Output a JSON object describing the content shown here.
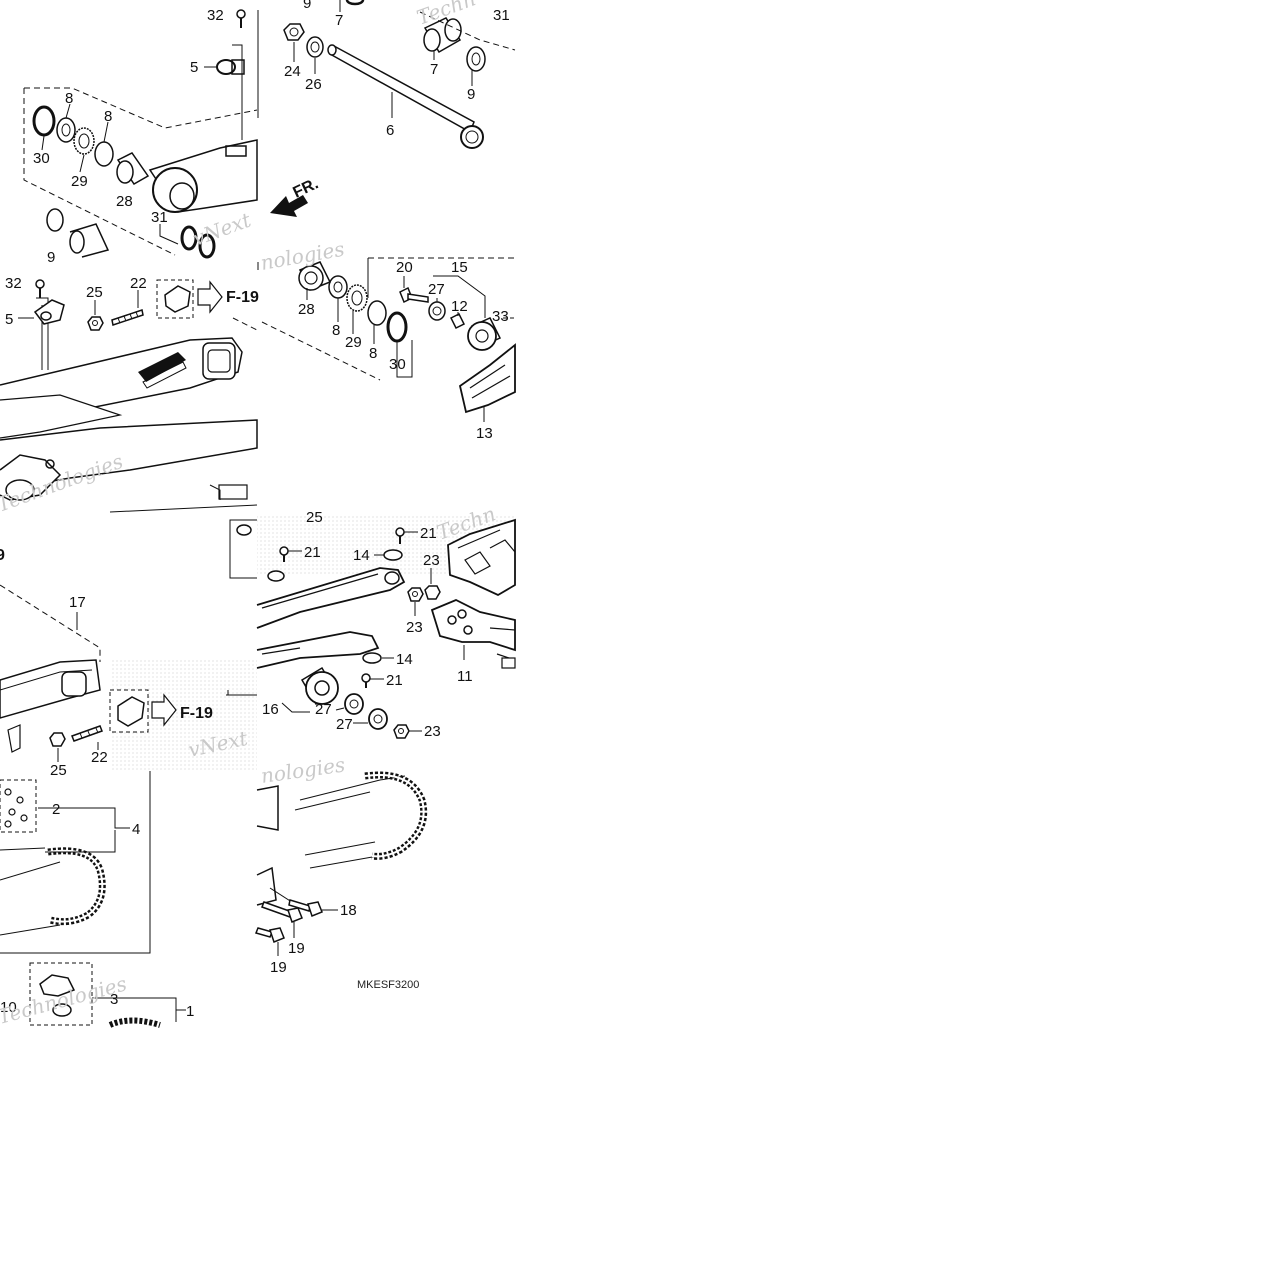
{
  "watermark": {
    "text_a": "vNext",
    "text_b": "Techn",
    "text_c": "Technologies",
    "text_d": "nologies"
  },
  "diagram_code": "MKESF3200",
  "refs": {
    "f19": "F-19",
    "fr": "FR."
  },
  "callouts": {
    "tile1": [
      "32",
      "5",
      "8",
      "8",
      "30",
      "29",
      "28",
      "31",
      "9"
    ],
    "tile2": [
      "9",
      "7",
      "31",
      "24",
      "26",
      "7",
      "9",
      "6"
    ],
    "tile3": [
      "32",
      "25",
      "22",
      "5"
    ],
    "tile4": [
      "20",
      "15",
      "27",
      "12",
      "33",
      "28",
      "8",
      "29",
      "8",
      "30",
      "13"
    ],
    "tile5": [
      "9",
      "17",
      "22",
      "25"
    ],
    "tile6": [
      "25",
      "21",
      "21",
      "14",
      "23",
      "23",
      "11",
      "14",
      "21",
      "16",
      "27",
      "27",
      "23"
    ],
    "tile7": [
      "2",
      "4",
      "10",
      "3",
      "1"
    ],
    "tile8": [
      "18",
      "19",
      "19"
    ]
  },
  "colors": {
    "line": "#111111",
    "paper": "#ffffff",
    "watermark": "#c9c9c9"
  }
}
